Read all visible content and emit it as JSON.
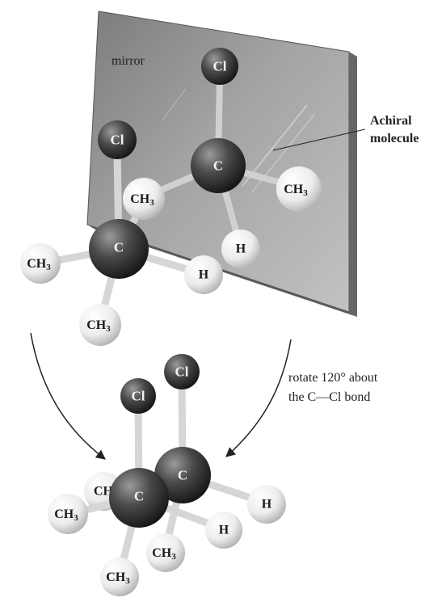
{
  "labels": {
    "mirror": "mirror",
    "achiral_line1": "Achiral",
    "achiral_line2": "molecule",
    "rotate_line1": "rotate 120° about",
    "rotate_line2": "the C—Cl bond"
  },
  "atoms": {
    "carbon": "C",
    "chlorine": "Cl",
    "hydrogen": "H",
    "methyl_main": "CH",
    "methyl_sub": "3"
  },
  "colors": {
    "dark_atom": "#3c3c3c",
    "light_atom": "#e6e6e6",
    "mirror": "#8a8a8a",
    "bond": "#d8d8d8"
  }
}
